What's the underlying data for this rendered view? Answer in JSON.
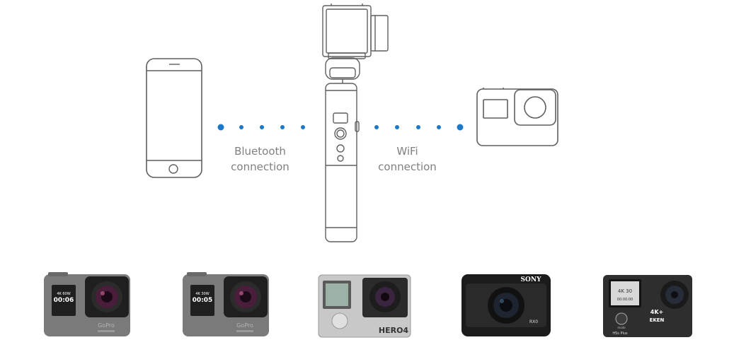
{
  "diagram": {
    "connections": {
      "bluetooth": {
        "line1": "Bluetooth",
        "line2": "connection"
      },
      "wifi": {
        "line1": "WiFi",
        "line2": "connection"
      }
    },
    "colors": {
      "outline": "#5f5f5f",
      "dot": "#1e78c8",
      "label": "#808080"
    }
  },
  "cameras": [
    {
      "id": "gopro-hero6",
      "brand": "GoPro",
      "screen_text": "00:06",
      "screen_sub": "4K 60W",
      "icon": "gopro-hero6-icon"
    },
    {
      "id": "gopro-hero5",
      "brand": "GoPro",
      "screen_text": "00:05",
      "screen_sub": "4K 30W",
      "icon": "gopro-hero5-icon"
    },
    {
      "id": "gopro-hero4",
      "brand": "HERO4",
      "icon": "gopro-hero4-icon"
    },
    {
      "id": "sony-rx0",
      "brand": "SONY",
      "model": "RX0",
      "icon": "sony-rx0-icon"
    },
    {
      "id": "eken-h5s-plus",
      "brand": "EKEN",
      "badge": "4K+",
      "screen_text": "4K 30",
      "screen_sub": "00:00:00",
      "model": "H5s Plus",
      "button": "mode",
      "icon": "eken-h5s-plus-icon"
    }
  ]
}
